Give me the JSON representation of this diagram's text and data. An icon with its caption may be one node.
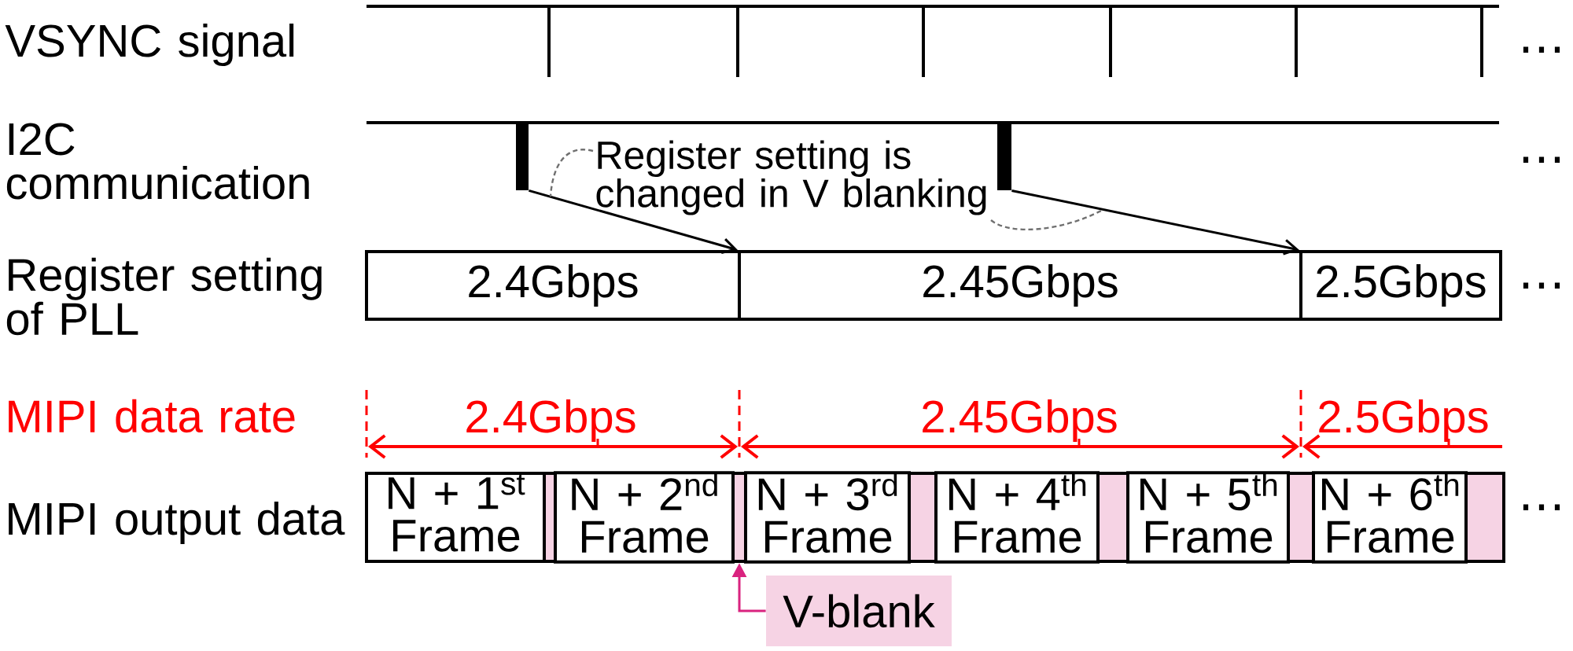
{
  "diagram": {
    "nodes": [
      {
        "text": [],
        "shape": "bar"
      },
      {
        "text": [
          "Register setting is changed in V blanking"
        ]
      },
      {
        "text": [],
        "shape": "bar"
      },
      {
        "text": [
          "2.4Gbps"
        ]
      },
      {
        "text": [
          "2.45Gbps"
        ]
      },
      {
        "text": [
          "2.5Gbps"
        ]
      },
      {
        "text": [
          "N + 1$^{st}$ Frame"
        ]
      },
      {
        "text": [],
        "shape": "box"
      },
      {
        "text": [
          "N + 2$^{nd}$ Frame"
        ]
      },
      {
        "text": [],
        "shape": "box"
      },
      {
        "text": [
          "N + 3$^{rd}$ Frame"
        ]
      },
      {
        "text": [],
        "shape": "box"
      },
      {
        "text": [
          "N + 4$^{th}$ Frame"
        ]
      },
      {
        "text": [],
        "shape": "box"
      },
      {
        "text": [
          "N + 5$^{th}$ Frame"
        ]
      },
      {
        "text": [],
        "shape": "box"
      },
      {
        "text": [
          "N + 6$^{th}$ Frame"
        ]
      },
      {
        "text": [],
        "shape": "box"
      },
      {
        "text": [
          "V-blank"
        ]
      }
    ],
    "edges": [
      {
        "from": 0,
        "to": 4,
        "arrow": "to"
      },
      {
        "from": 2,
        "to": 5,
        "arrow": "to"
      },
      {
        "from": 1,
        "to": null,
        "arrow": "none",
        "style": "dashed",
        "color": "#707070"
      },
      {
        "from": 1,
        "to": null,
        "arrow": "none",
        "style": "dashed",
        "color": "#707070"
      },
      {
        "from": 18,
        "to": 9,
        "arrow": "to",
        "color": "#d9237f"
      }
    ],
    "labels": [
      "VSYNC signal",
      "⋯",
      "I2C communication",
      "⋯",
      "Register setting of PLL",
      "⋯",
      "MIPI data rate",
      "2.4Gbps",
      "2.45Gbps",
      "2.5Gbps",
      "MIPI output data",
      "⋯"
    ]
  }
}
